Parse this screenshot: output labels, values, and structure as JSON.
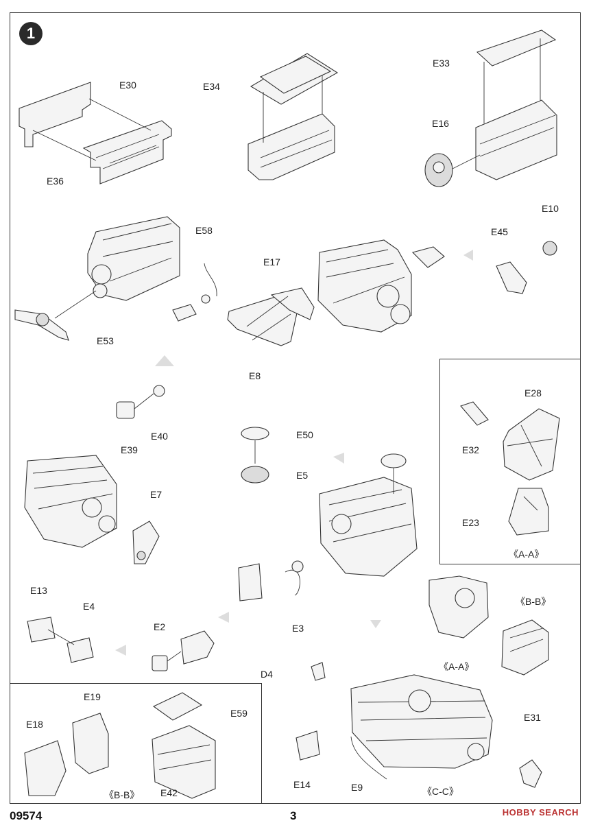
{
  "step": {
    "number": "1"
  },
  "labels": {
    "E30": "E30",
    "E36": "E36",
    "E34": "E34",
    "E33": "E33",
    "E16": "E16",
    "E58": "E58",
    "E53": "E53",
    "E17": "E17",
    "E8": "E8",
    "E10": "E10",
    "E45": "E45",
    "E40": "E40",
    "E39": "E39",
    "E50": "E50",
    "E5": "E5",
    "E7": "E7",
    "E28": "E28",
    "E32": "E32",
    "E23": "E23",
    "AA_box": "《A-A》",
    "E13": "E13",
    "E4": "E4",
    "E2": "E2",
    "E3": "E3",
    "BB_title": "《B-B》",
    "AA_sub": "《A-A》",
    "D4": "D4",
    "E19": "E19",
    "E18": "E18",
    "E59": "E59",
    "BB_box": "《B-B》",
    "E42": "E42",
    "E14": "E14",
    "E9": "E9",
    "CC": "《C-C》",
    "E31": "E31"
  },
  "footer": {
    "code": "09574",
    "page": "3"
  },
  "watermark": "HOBBY SEARCH"
}
